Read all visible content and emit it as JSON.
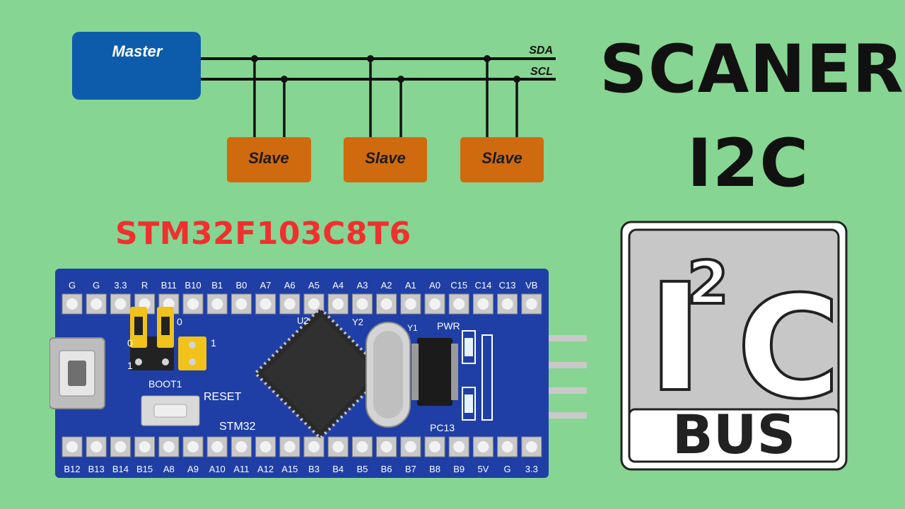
{
  "diagram": {
    "master_label": "Master",
    "sda_label": "SDA",
    "scl_label": "SCL",
    "slaves": [
      "Slave",
      "Slave",
      "Slave"
    ]
  },
  "title": {
    "line1": "SCANER",
    "line2": "I2C"
  },
  "chip_label": "STM32F103C8T6",
  "board": {
    "top_pins": [
      "G",
      "G",
      "3.3",
      "R",
      "B11",
      "B10",
      "B1",
      "B0",
      "A7",
      "A6",
      "A5",
      "A4",
      "A3",
      "A2",
      "A1",
      "A0",
      "C15",
      "C14",
      "C13",
      "VB"
    ],
    "bottom_pins": [
      "B12",
      "B13",
      "B14",
      "B15",
      "A8",
      "A9",
      "A10",
      "A11",
      "A12",
      "A15",
      "B3",
      "B4",
      "B5",
      "B6",
      "B7",
      "B8",
      "B9",
      "5V",
      "G",
      "3.3"
    ],
    "boot_label": "BOOT1",
    "reset_label": "RESET",
    "brand_label": "STM32",
    "pwr_label": "PWR",
    "pc13_label": "PC13",
    "y2_label": "Y2",
    "y1_label": "Y1",
    "u2_label": "U2",
    "jumper_labels": [
      "0",
      "1",
      "0",
      "1"
    ]
  },
  "logo": {
    "letter": "I",
    "superscript": "2",
    "letter2": "C",
    "bus": "BUS"
  },
  "colors": {
    "background": "#86d592",
    "master": "#0d5cab",
    "slave": "#d06a0e",
    "board": "#1f3fa6",
    "accent_red": "#f0302e"
  }
}
